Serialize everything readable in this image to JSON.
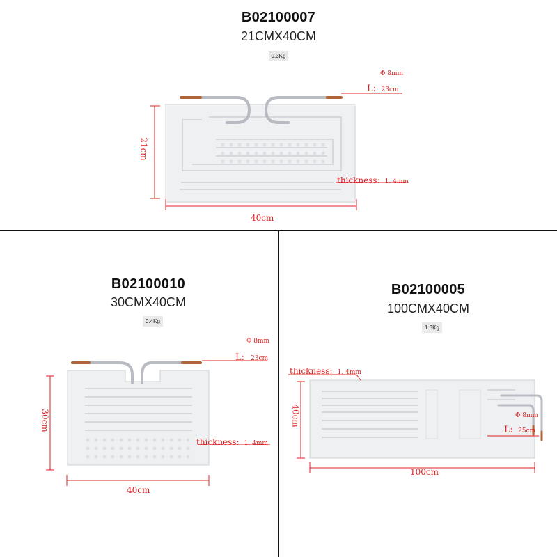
{
  "products": [
    {
      "code": "B02100007",
      "dimensions": "21CMX40CM",
      "weight": "0.3Kg",
      "diameter": "Φ 8mm",
      "length_label": "L:",
      "length_value": "23cm",
      "thickness_label": "thickness:",
      "thickness_value": "1. 4mm",
      "width_label": "40cm",
      "height_label": "21cm"
    },
    {
      "code": "B02100010",
      "dimensions": "30CMX40CM",
      "weight": "0.4Kg",
      "diameter": "Φ 8mm",
      "length_label": "L:",
      "length_value": "23cm",
      "thickness_label": "thickness:",
      "thickness_value": "1. 4mm",
      "width_label": "40cm",
      "height_label": "30cm"
    },
    {
      "code": "B02100005",
      "dimensions": "100CMX40CM",
      "weight": "1.3Kg",
      "diameter": "Φ 8mm",
      "length_label": "L:",
      "length_value": "25cm",
      "thickness_label": "thickness:",
      "thickness_value": "1. 4mm",
      "width_label": "100cm",
      "height_label": "40cm"
    }
  ],
  "colors": {
    "annotation": "#e02020",
    "panel": "#eef0f2",
    "tube": "#b8bcc2",
    "copper": "#b0643a"
  }
}
